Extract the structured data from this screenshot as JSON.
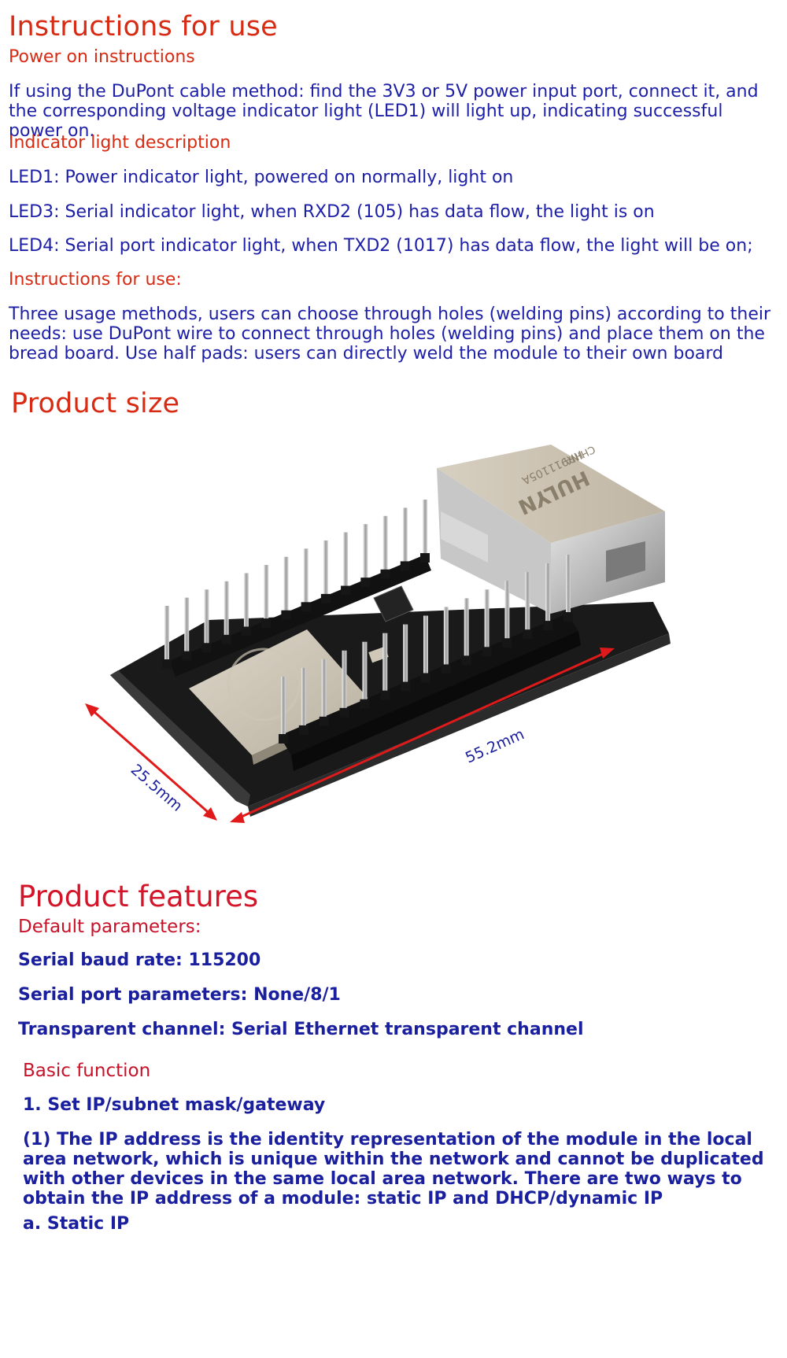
{
  "usage": {
    "title": "Instructions for use",
    "power_heading": "Power on instructions",
    "power_text": "If using the DuPont cable method: find the 3V3 or 5V power input port, connect it, and the corresponding voltage indicator light (LED1) will light up, indicating successful power on.",
    "indicator_heading": "Indicator light description",
    "led1": "LED1: Power indicator light, powered on normally, light on",
    "led3": "LED3: Serial indicator light, when RXD2 (105) has data flow, the light is on",
    "led4": "LED4: Serial port indicator light, when TXD2 (1017) has data flow, the light will be on;",
    "use_heading": "Instructions for use:",
    "use_text": "Three usage methods, users can choose through holes (welding pins) according to their needs: use DuPont wire to connect through holes (welding pins) and place them on the bread board. Use half pads: users can directly weld the module to their own board"
  },
  "size": {
    "title": "Product size",
    "width_label": "25.5mm",
    "length_label": "55.2mm",
    "connector_lines": [
      "HULYN",
      "HR911105A",
      "CHINA"
    ]
  },
  "features": {
    "title": "Product features",
    "default_heading": "Default parameters:",
    "baud": "Serial baud rate: 115200",
    "port_params": "Serial port parameters: None/8/1",
    "channel": "Transparent channel: Serial Ethernet transparent channel",
    "basic_heading": "Basic function",
    "item1": "1. Set IP/subnet mask/gateway",
    "item1_text": "(1) The IP address is the identity representation of the module in the local area network, which is unique within the network and cannot be duplicated with other devices in the same local area network. There are two ways to obtain the IP address of a module: static IP and DHCP/dynamic IP",
    "static_ip": "a. Static IP"
  },
  "colors": {
    "heading_red": "#d72b14",
    "body_blue": "#1d1fa6",
    "arrow_red": "#e01a1a"
  }
}
